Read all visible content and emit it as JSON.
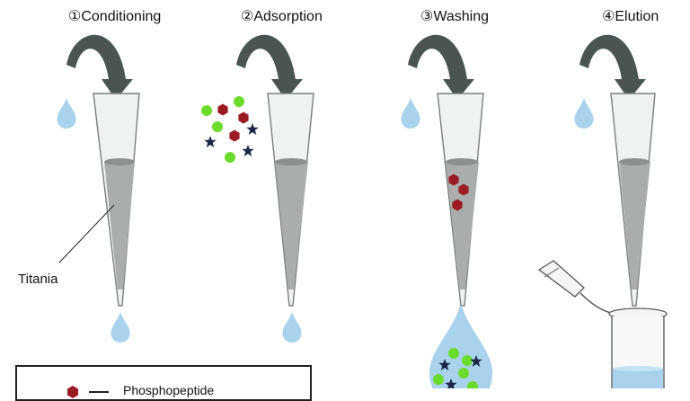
{
  "steps": [
    {
      "marker": "①",
      "title": "Conditioning"
    },
    {
      "marker": "②",
      "title": "Adsorption"
    },
    {
      "marker": "③",
      "title": "Washing"
    },
    {
      "marker": "④",
      "title": "Elution"
    }
  ],
  "callout": {
    "label": "Titania"
  },
  "legend": {
    "items": [
      {
        "shape": "hexagon",
        "color": "#9b1b22",
        "text": "Phosphopeptide"
      }
    ]
  },
  "colors": {
    "arrow": "#4a5553",
    "liquid": "#a9d3ec",
    "titania": "#a9aeac",
    "tube": "#eef2f2",
    "phosphopeptide": "#9b1b22",
    "non_phospho_star": "#1a2548",
    "non_phospho_dot": "#6bdb2c"
  }
}
